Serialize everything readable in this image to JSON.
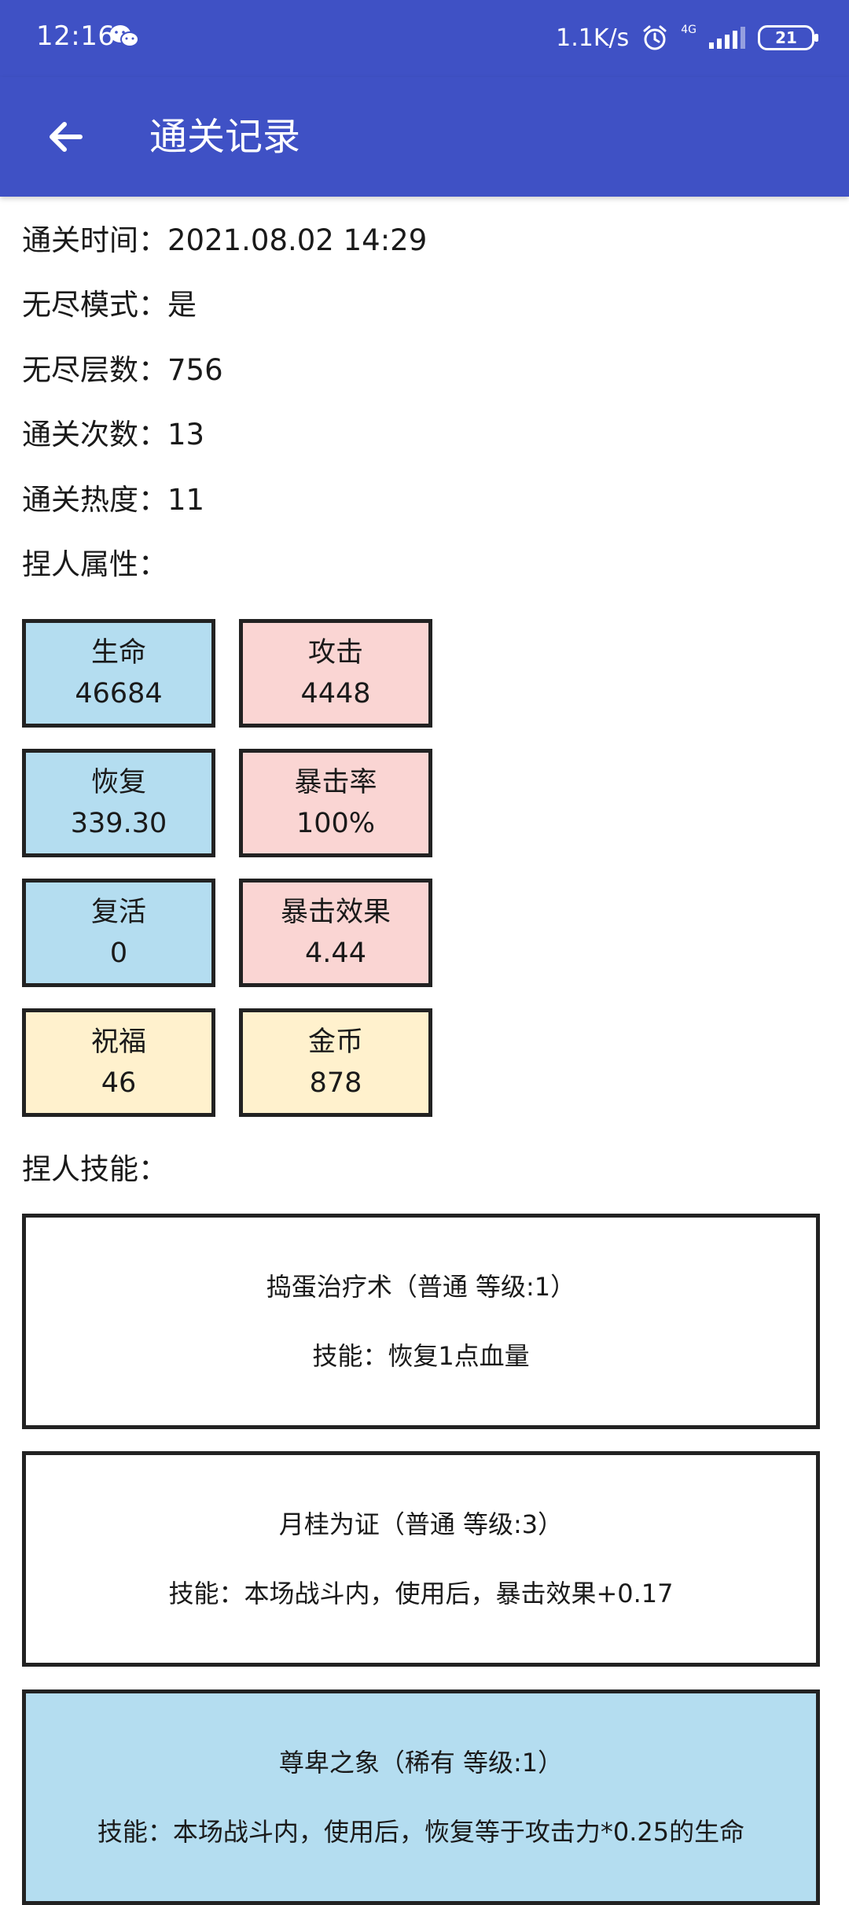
{
  "status": {
    "time": "12:16",
    "net_speed": "1.1K/s",
    "net_type": "4G",
    "battery": "21",
    "icons": [
      "wechat-icon",
      "alarm-icon",
      "signal-icon",
      "battery-icon"
    ]
  },
  "appbar": {
    "title": "通关记录"
  },
  "info": {
    "clear_time": "通关时间：2021.08.02 14:29",
    "endless_mode": "无尽模式：是",
    "endless_floor": "无尽层数：756",
    "clear_count": "通关次数：13",
    "clear_heat": "通关热度：11",
    "attributes_label": "捏人属性：",
    "skills_label": "捏人技能："
  },
  "stats": [
    {
      "label": "生命",
      "value": "46684",
      "color": "#b4ddf0"
    },
    {
      "label": "攻击",
      "value": "4448",
      "color": "#fad5d3"
    },
    {
      "label": "恢复",
      "value": "339.30",
      "color": "#b4ddf0"
    },
    {
      "label": "暴击率",
      "value": "100%",
      "color": "#fad5d3"
    },
    {
      "label": "复活",
      "value": "0",
      "color": "#b4ddf0"
    },
    {
      "label": "暴击效果",
      "value": "4.44",
      "color": "#fad5d3"
    },
    {
      "label": "祝福",
      "value": "46",
      "color": "#fff1cd"
    },
    {
      "label": "金币",
      "value": "878",
      "color": "#fff1cd"
    }
  ],
  "skills": [
    {
      "name": "捣蛋治疗术（普通 等级:1）",
      "desc": "技能：恢复1点血量"
    },
    {
      "name": "月桂为证（普通 等级:3）",
      "desc": "技能：本场战斗内，使用后，暴击效果+0.17"
    },
    {
      "name": "尊卑之象（稀有 等级:1）",
      "desc": "技能：本场战斗内，使用后，恢复等于攻击力*0.25的生命"
    }
  ],
  "colors": {
    "primary": "#3f51c5",
    "blue_card": "#b4ddf0",
    "pink_card": "#fad5d3",
    "yellow_card": "#fff1cd",
    "border": "#222222"
  }
}
